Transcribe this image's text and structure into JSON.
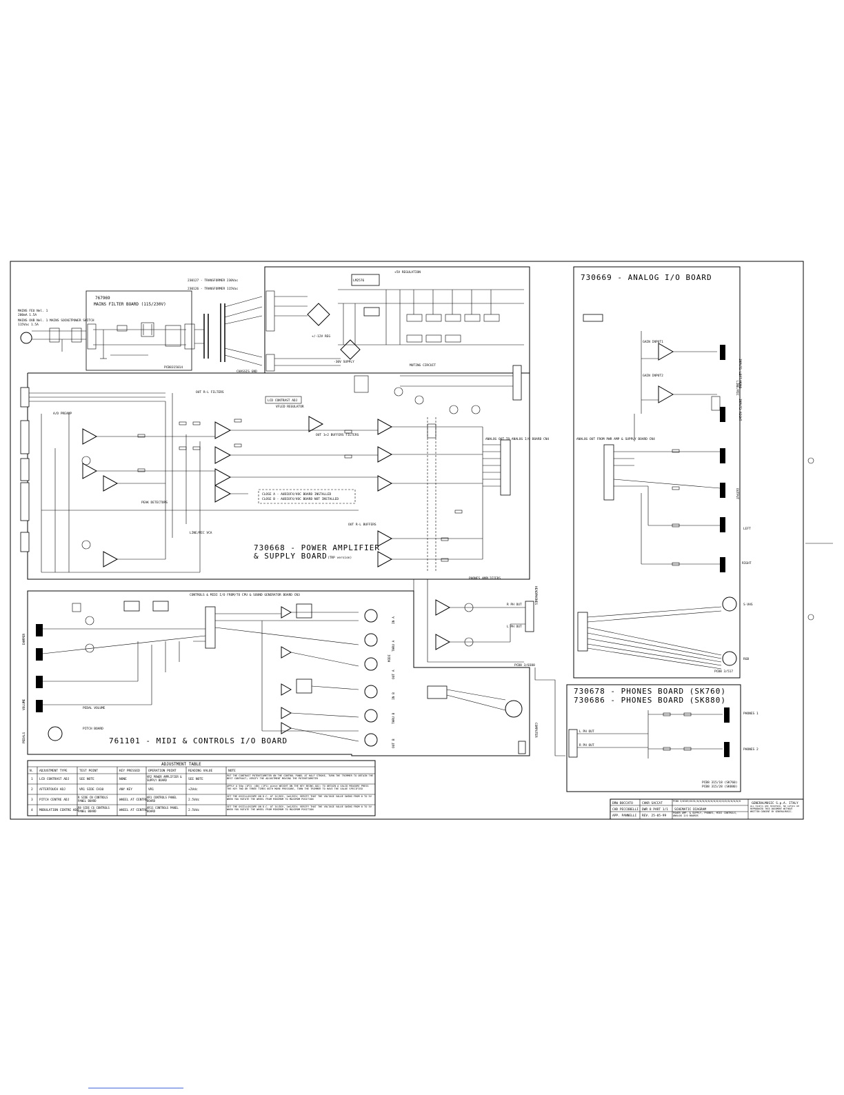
{
  "boards": {
    "mains_filter": {
      "code": "767969",
      "title": "MAINS FILTER BOARD (115/230V)",
      "pcb": "PCB8315014"
    },
    "power_amp": {
      "title_line1": "730668 - POWER AMPLIFIER",
      "title_line2": "& SUPPLY BOARD",
      "note": "(TRP version)"
    },
    "analog_io": {
      "title": "730669 - ANALOG I/O BOARD",
      "pcb": "PCB8 3/517"
    },
    "midi_controls": {
      "title": "761101 - MIDI & CONTROLS I/O BOARD",
      "pcb": "PCB8 3/0388"
    },
    "phones": {
      "title_line1": "730678 - PHONES BOARD (SK760)",
      "title_line2": "730686 - PHONES BOARD (SK880)",
      "pcb1": "PCB8 315/18 (SK760)",
      "pcb2": "PCB8 315/28 (SK880)"
    }
  },
  "labels": {
    "mains": [
      "MAINS FEU Nel. 1",
      "200mA 1.5A",
      "MAINS OVB Nel. 1",
      "115Vac 1.5A",
      "MAINS SOCKET",
      "POWER SWITCH"
    ],
    "transformer": [
      "230127 - TRANSFORMER 230Vac",
      "230126 - TRANSFORMER 115Vac"
    ],
    "supply": [
      "+5V REGULATION",
      "LM2576",
      "+/-12V REG",
      "-30V SUPPLY",
      "VFLED REGULATOR",
      "LCD CONTRAST ADJ",
      "MUTING CIRCUIT",
      "CHASSIS GND"
    ],
    "power_amp": [
      "OUT R-L FILTERS",
      "A/D PREAMP",
      "PEAK DETECTORS",
      "LINE/MIC VCA",
      "OUT 1+2 BUFFERS FILTERS",
      "OUT R-L BUFFERS",
      "PHONES AMPLIFIERS",
      "ANALOG OUT TO ANALOG I/O BOARD CN4",
      "CLOSE A - AUDIOFX/VOC BOARD INSTALLED",
      "CLOSE B - AUDIOFX/VOC BOARD NOT INSTALLED"
    ],
    "analog_io": [
      "GAIN INPUT1",
      "GAIN INPUT2",
      "INPUT1 LEFT/MONO",
      "INPUT2 RIGHT",
      "LINE/MIC",
      "ANALOG OUT FROM PWR AMP & SUPPLY BOARD CN4",
      "OUTPUT",
      "S-VHS",
      "RGB",
      "LEFT",
      "RIGHT"
    ],
    "midi": [
      "CONTROLS & MIDI I/O FROM/TO CPU & SOUND GENERATOR BOARD CN3",
      "DAMPER",
      "VOLUME",
      "PEDALS",
      "MIDI",
      "IN A",
      "THRU A",
      "OUT A",
      "IN B",
      "THRU B",
      "OUT B",
      "COMPUTER",
      "HEADPHONES",
      "PEDAL VOLUME",
      "PITCH BOARD"
    ],
    "phones": [
      "PHONES 1",
      "PHONES 2",
      "L PH OUT",
      "R PH OUT"
    ]
  },
  "adjustment_table": {
    "title": "ADJUSTMENT TABLE",
    "headers": [
      "N.",
      "ADJUSTMENT TYPE",
      "TEST POINT",
      "KEY PRESSED",
      "OPERATION POINT",
      "READING VALUE",
      "NOTE"
    ],
    "rows": [
      [
        "1",
        "LCD CONTRAST ADJ",
        "SEE NOTE",
        "NONE",
        "VR2 POWER AMPLIFIER & SUPPLY BOARD",
        "SEE NOTE",
        "PUT THE CONTRAST POTENTIOMETER ON THE CONTROL PANEL AT HALF STROKE, TURN THE TRIMMER TO OBTAIN THE BEST CONTRAST; VERIFY THE ADJUSTMENT MOVING THE POTENTIOMETER"
      ],
      [
        "2",
        "AFTERTOUCH ADJ",
        "VR1 SIDE CH10",
        "ANY KEY",
        "VR1",
        "+2Vdc",
        "APPLY A 50g (1P2) (4N) (1P1) piece WEIGHT ON THE KEY BEING ADJ; TO OBTAIN A VALID MEASURE PRESS THE KEY TWO OR THREE TIMES WITH MORE PRESSURE, TURN THE TRIMMER TO HAVE THE VALUE SPECIFIED"
      ],
      [
        "3",
        "PITCH CENTRE ADJ",
        "R SIDE CN CONTROLS PANEL BOARD",
        "WHEEL AT CENTRE",
        "VR1 CONTROLS PANEL BOARD",
        "2.5Vdc",
        "SET THE OSCILLOSCOPE ON D.C. AT 1V/DIV, 1mS/DIV; VERIFY THAT THE VOLTAGE VALUE SWING FROM 0 TO 5V WHEN YOU ROTATE THE WHEEL FROM MINIMUM TO MAXIMUM POSITION"
      ],
      [
        "4",
        "MODULATION CENTRE ADJ",
        "R8 SIDE C6 CONTROLS PANEL BOARD",
        "WHEEL AT CENTRE",
        "VR11 CONTROLS PANEL BOARD",
        "2.5Vdc",
        "SET THE OSCILLOSCOPE ON D.C. AT 1V/DIV, 1mS/DIV; VERIFY THAT THE VOLTAGE VALUE SWING FROM 0 TO 5V WHEN YOU ROTATE THE WHEEL FROM MINIMUM TO MAXIMUM POSITION"
      ]
    ]
  },
  "title_block": {
    "cells": [
      "DRW BOCCATO",
      "CHKR SACCAT",
      "PCB8 3/0349/0131/0/0/0/0/0/0/0/0/0/0/0/0/0/0/0/0",
      "CHD PECCOBELLI",
      "DWR 8 PART 1/1",
      "SCHEMATIC DIAGRAM",
      "APP. PANNELLI",
      "REV. 25-05-99",
      "POWER AMP. & SUPPLY, PHONES, MIDI CONTROLS, ANALOG I/O BOARDS"
    ],
    "company": "GENERALMUSIC S.p.A. ITALY",
    "notice": "ALL RIGHTS ARE RESERVED. NO COPIES OR REPRODUCED THIS DOCUMENT WITHOUT WRITTEN CONSENT BY GENERALMUSIC."
  },
  "colors": {
    "ink": "#000000",
    "paper": "#ffffff",
    "link": "#3a5bd9"
  }
}
